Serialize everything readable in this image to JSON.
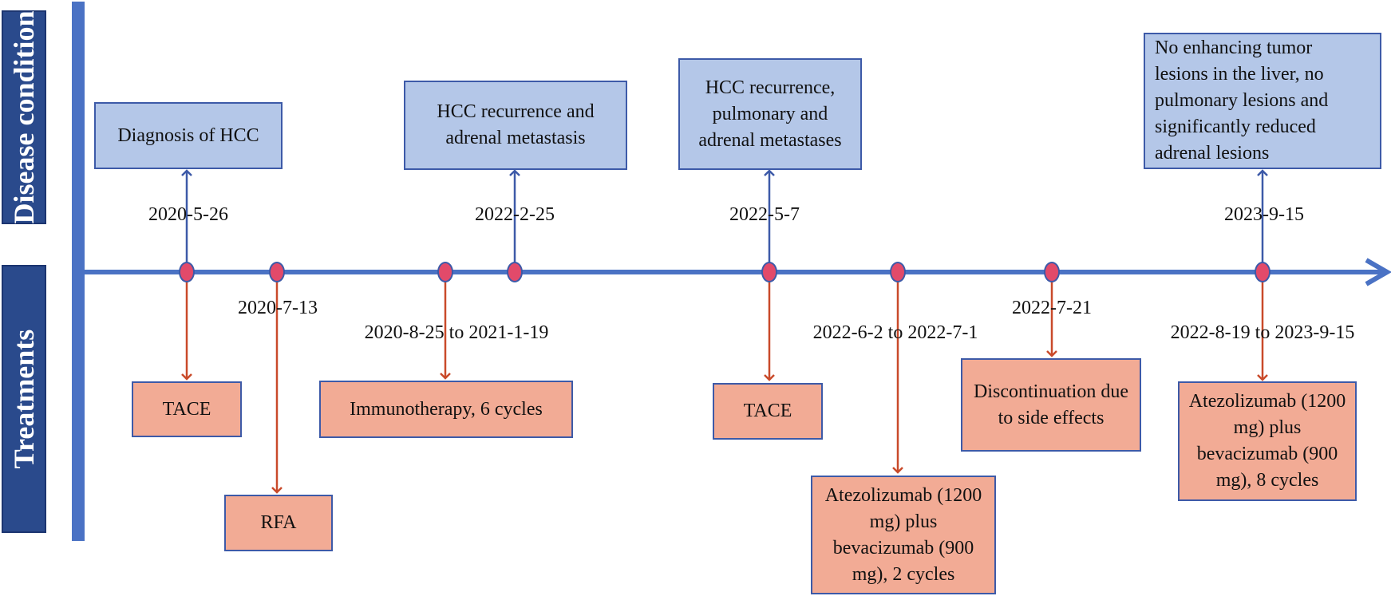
{
  "side_labels": {
    "disease": "Disease condition",
    "treatments": "Treatments"
  },
  "colors": {
    "axis": "#4a72c4",
    "disease_arrow": "#3d5aa8",
    "treatment_arrow": "#c94a2a",
    "disease_box": "#b4c7e8",
    "treatment_box": "#f2ab95",
    "dot": "#e24a6a",
    "side_label": "#2a4a8c"
  },
  "disease": [
    {
      "date": "2020-5-26",
      "text": "Diagnosis of HCC"
    },
    {
      "date": "2022-2-25",
      "text": "HCC recurrence and adrenal metastasis"
    },
    {
      "date": "2022-5-7",
      "text": "HCC recurrence, pulmonary and adrenal metastases"
    },
    {
      "date": "2023-9-15",
      "text": "No enhancing tumor lesions in the liver, no pulmonary lesions and significantly reduced adrenal lesions"
    }
  ],
  "treatments": [
    {
      "date": "",
      "text": "TACE"
    },
    {
      "date": "2020-7-13",
      "text": "RFA"
    },
    {
      "date": "2020-8-25 to 2021-1-19",
      "text": "Immunotherapy, 6 cycles"
    },
    {
      "date": "",
      "text": "TACE"
    },
    {
      "date": "2022-6-2 to 2022-7-1",
      "text": "Atezolizumab (1200 mg) plus bevacizumab (900 mg), 2 cycles"
    },
    {
      "date": "2022-7-21",
      "text": "Discontinuation due to side effects"
    },
    {
      "date": "2022-8-19 to 2023-9-15",
      "text": "Atezolizumab (1200 mg) plus bevacizumab (900 mg), 8 cycles"
    }
  ]
}
